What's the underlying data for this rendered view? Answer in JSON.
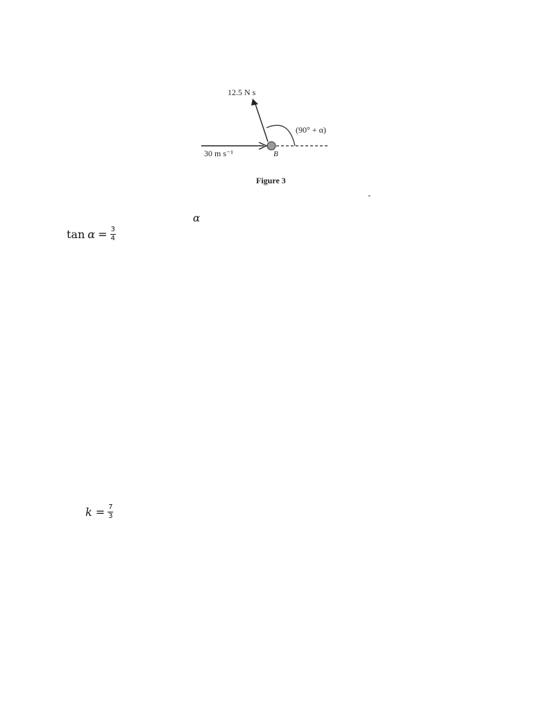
{
  "figure": {
    "impulse_label": "12.5 N s",
    "angle_label": "(90° + α)",
    "speed_label": "30 m s⁻¹",
    "point_label": "B",
    "caption": "Figure 3"
  },
  "stray_mark": "-",
  "alpha_symbol": "α",
  "tan_equation": {
    "lhs_func": "tan",
    "lhs_var": "α",
    "equals": "=",
    "numerator": "3",
    "denominator": "4"
  },
  "k_equation": {
    "lhs_var": "k",
    "equals": "=",
    "numerator": "7",
    "denominator": "3"
  }
}
